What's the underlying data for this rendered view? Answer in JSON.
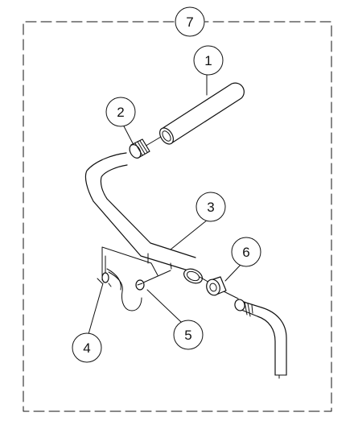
{
  "callouts": [
    {
      "label": "7",
      "part": "assembly"
    },
    {
      "label": "1",
      "part": "grip"
    },
    {
      "label": "2",
      "part": "end-plug"
    },
    {
      "label": "3",
      "part": "handle-tube"
    },
    {
      "label": "4",
      "part": "lanyard-pin"
    },
    {
      "label": "5",
      "part": "screw"
    },
    {
      "label": "6",
      "part": "spacer"
    }
  ]
}
